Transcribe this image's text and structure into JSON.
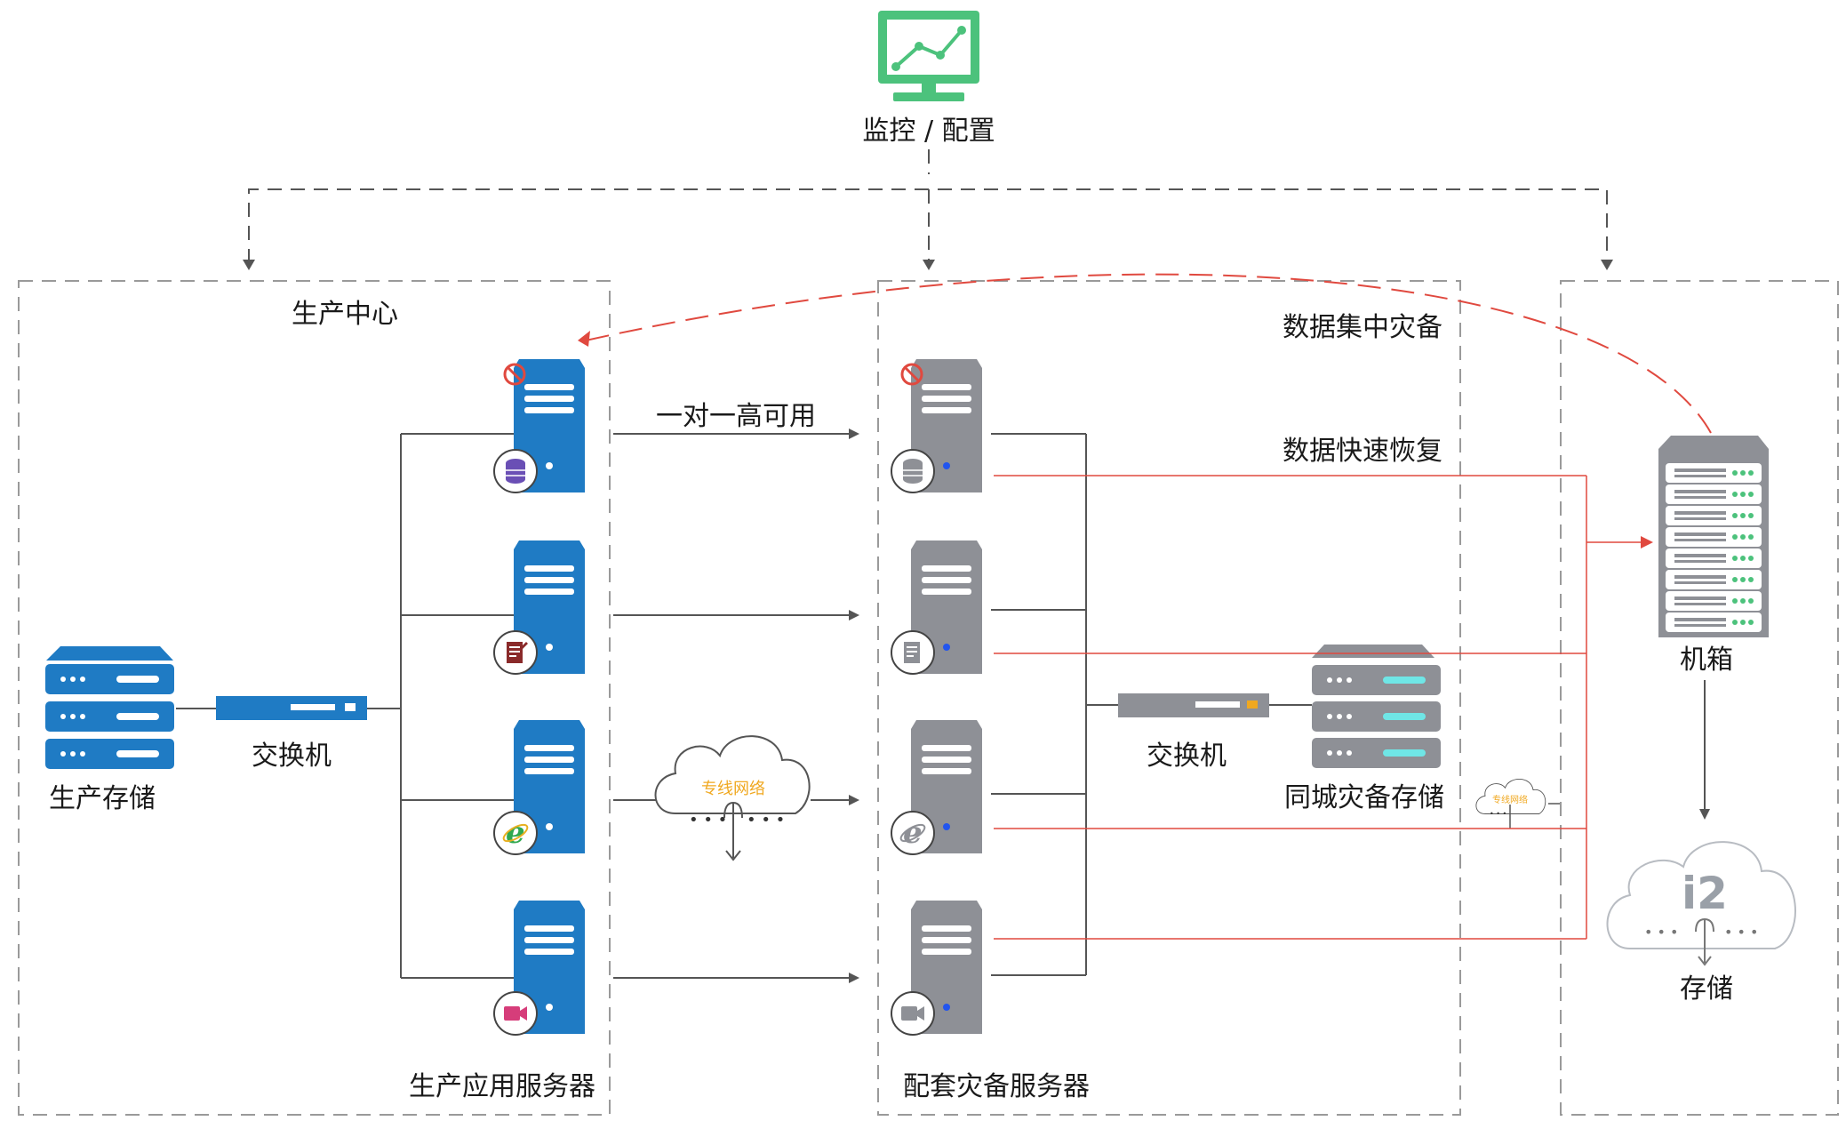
{
  "monitor": {
    "label": "监控 / 配置",
    "icon": "monitor-chart-icon",
    "color": "#4cc27c"
  },
  "zones": {
    "production_center": "生产中心",
    "production_servers": "生产应用服务器",
    "backup_servers": "配套灾备服务器"
  },
  "production_storage": {
    "label": "生产存储",
    "color": "#1f7bc4"
  },
  "production_switch": {
    "label": "交换机"
  },
  "backup_switch": {
    "label": "交换机"
  },
  "city_backup_storage": {
    "label": "同城灾备存储"
  },
  "chassis": {
    "label": "机箱"
  },
  "cloud_storage": {
    "label": "存储",
    "brand": "i2"
  },
  "links": {
    "ha": "一对一高可用",
    "centralized_backup": "数据集中灾备",
    "fast_recovery": "数据快速恢复"
  },
  "networks": {
    "dedicated_main": "专线网络",
    "dedicated_small": "专线网络",
    "dots": "• • •"
  },
  "server_icons": [
    "database-icon",
    "document-icon",
    "ie-browser-icon",
    "video-icon"
  ],
  "colors": {
    "server_blue": "#1f7bc4",
    "server_gray": "#8e9096",
    "red_line": "#e0493f",
    "dashed_gray": "#555555"
  }
}
